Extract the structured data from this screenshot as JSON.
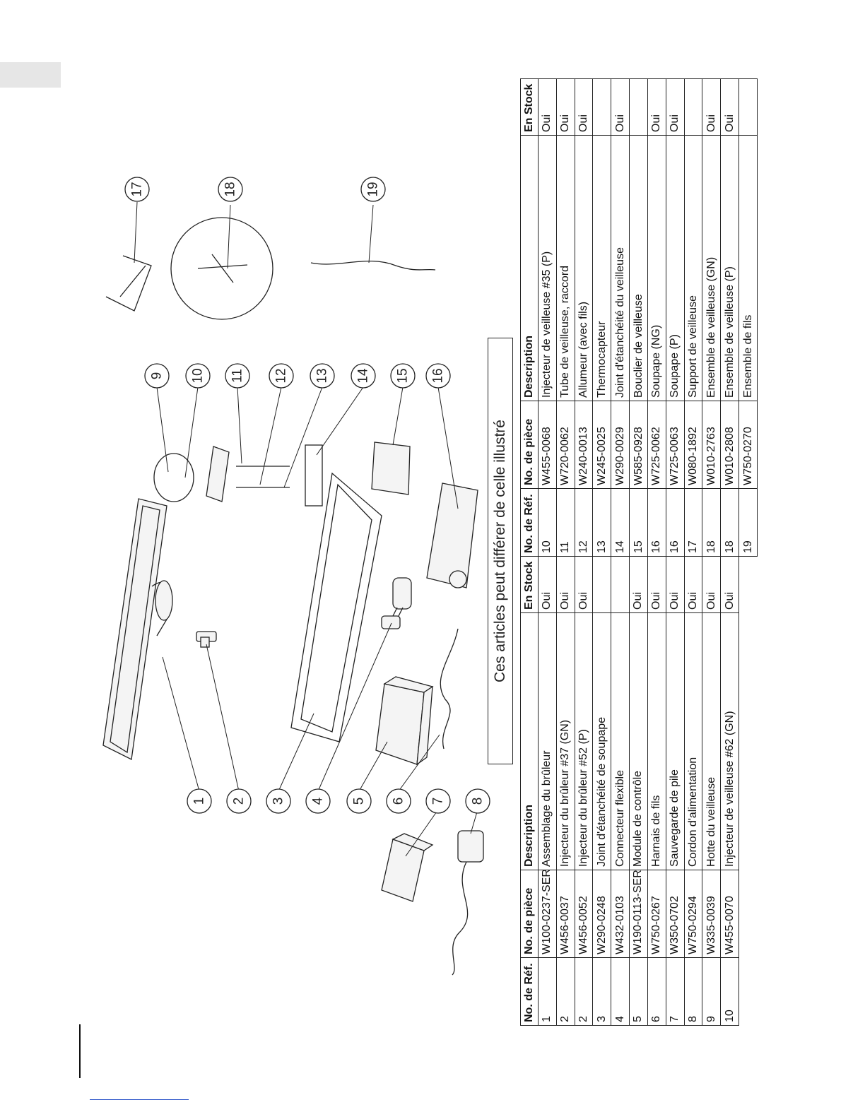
{
  "caption": "Ces articles peut différer de celle illustré",
  "table_headers": {
    "ref": "No. de Réf.",
    "part": "No. de pièce",
    "description": "Description",
    "stock": "En Stock"
  },
  "table_left": [
    {
      "ref": "1",
      "part": "W100-0237-SER",
      "description": "Assemblage du brûleur",
      "stock": "Oui"
    },
    {
      "ref": "2",
      "part": "W456-0037",
      "description": "Injecteur du brûleur #37 (GN)",
      "stock": "Oui"
    },
    {
      "ref": "2",
      "part": "W456-0052",
      "description": "Injecteur du brûleur #52 (P)",
      "stock": "Oui"
    },
    {
      "ref": "3",
      "part": "W290-0248",
      "description": "Joint d'étanchéité de soupape",
      "stock": ""
    },
    {
      "ref": "4",
      "part": "W432-0103",
      "description": "Connecteur flexible",
      "stock": ""
    },
    {
      "ref": "5",
      "part": "W190-0113-SER",
      "description": "Module de contrôle",
      "stock": "Oui"
    },
    {
      "ref": "6",
      "part": "W750-0267",
      "description": "Harnais de fils",
      "stock": "Oui"
    },
    {
      "ref": "7",
      "part": "W350-0702",
      "description": "Sauvegarde de pile",
      "stock": "Oui"
    },
    {
      "ref": "8",
      "part": "W750-0294",
      "description": "Cordon d'alimentation",
      "stock": "Oui"
    },
    {
      "ref": "9",
      "part": "W335-0039",
      "description": "Hotte du veilleuse",
      "stock": "Oui"
    },
    {
      "ref": "10",
      "part": "W455-0070",
      "description": "Injecteur de veilleuse #62 (GN)",
      "stock": "Oui"
    }
  ],
  "table_right": [
    {
      "ref": "10",
      "part": "W455-0068",
      "description": "Injecteur de veilleuse #35 (P)",
      "stock": "Oui"
    },
    {
      "ref": "11",
      "part": "W720-0062",
      "description": "Tube de veilleuse, raccord",
      "stock": "Oui"
    },
    {
      "ref": "12",
      "part": "W240-0013",
      "description": "Allumeur (avec fils)",
      "stock": "Oui"
    },
    {
      "ref": "13",
      "part": "W245-0025",
      "description": "Thermocapteur",
      "stock": ""
    },
    {
      "ref": "14",
      "part": "W290-0029",
      "description": "Joint d'étanchéité du veilleuse",
      "stock": "Oui"
    },
    {
      "ref": "15",
      "part": "W585-0928",
      "description": "Bouclier de veilleuse",
      "stock": ""
    },
    {
      "ref": "16",
      "part": "W725-0062",
      "description": "Soupape (NG)",
      "stock": "Oui"
    },
    {
      "ref": "16",
      "part": "W725-0063",
      "description": "Soupape (P)",
      "stock": "Oui"
    },
    {
      "ref": "17",
      "part": "W080-1892",
      "description": "Support de veilleuse",
      "stock": ""
    },
    {
      "ref": "18",
      "part": "W010-2763",
      "description": "Ensemble de veilleuse (GN)",
      "stock": "Oui"
    },
    {
      "ref": "18",
      "part": "W010-2808",
      "description": "Ensemble de veilleuse (P)",
      "stock": "Oui"
    },
    {
      "ref": "19",
      "part": "W750-0270",
      "description": "Ensemble de fils",
      "stock": ""
    }
  ],
  "callouts": [
    "1",
    "2",
    "3",
    "4",
    "5",
    "6",
    "7",
    "8",
    "9",
    "10",
    "11",
    "12",
    "13",
    "14",
    "15",
    "16",
    "17",
    "18",
    "19"
  ]
}
